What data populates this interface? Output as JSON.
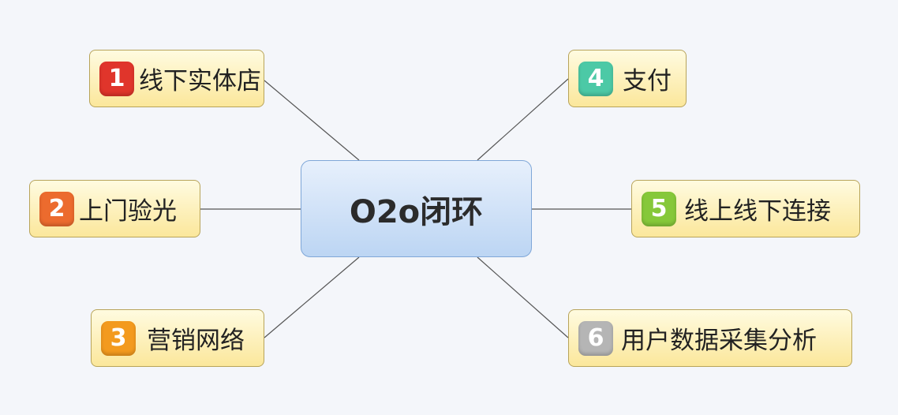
{
  "center": {
    "label": "O2o闭环"
  },
  "branches": [
    {
      "number": "1",
      "label": "线下实体店",
      "color": "#e0352b"
    },
    {
      "number": "2",
      "label": "上门验光",
      "color": "#ec6b2e"
    },
    {
      "number": "3",
      "label": "营销网络",
      "color": "#f39a1e"
    },
    {
      "number": "4",
      "label": "支付",
      "color": "#4cc9a6"
    },
    {
      "number": "5",
      "label": "线上线下连接",
      "color": "#86c83a"
    },
    {
      "number": "6",
      "label": "用户数据采集分析",
      "color": "#b5b5b5"
    }
  ],
  "colors": {
    "connector": "#555555",
    "node_border": "#b8a45a",
    "center_border": "#7fa7d8"
  }
}
